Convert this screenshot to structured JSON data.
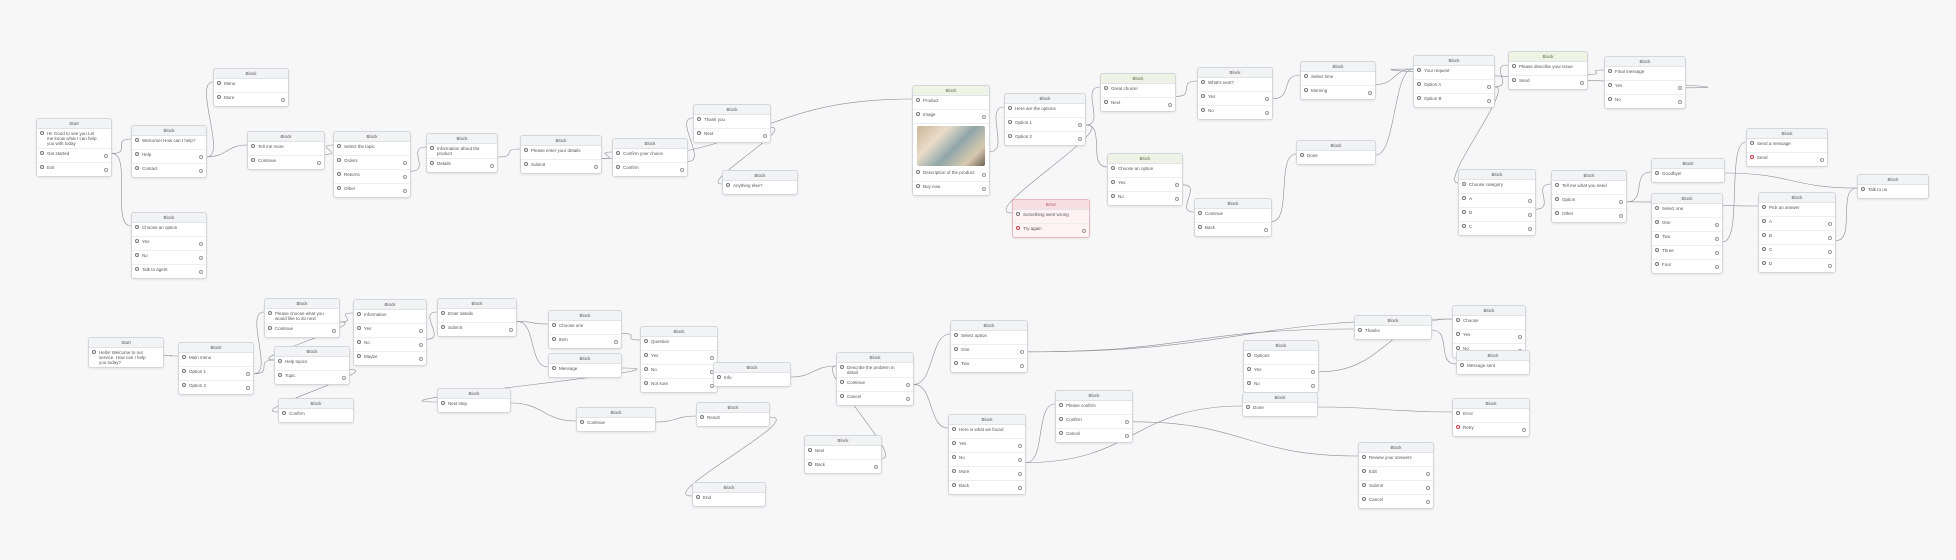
{
  "nodes": [
    {
      "header": "Start",
      "rows": [
        {
          "t": "Hi! Good to see you Let me know what I can help you with today",
          "ic": "c"
        },
        {
          "t": "Get started",
          "ic": "c"
        },
        {
          "t": "Exit",
          "ic": "c"
        }
      ]
    },
    {
      "header": "Block",
      "rows": [
        {
          "t": "Welcome! How can I help?",
          "ic": "c"
        },
        {
          "t": "Help",
          "ic": "c"
        },
        {
          "t": "Contact",
          "ic": "c"
        }
      ]
    },
    {
      "header": "Block",
      "rows": [
        {
          "t": "Menu",
          "ic": "c"
        },
        {
          "t": "More",
          "ic": "c"
        }
      ]
    },
    {
      "header": "Block",
      "rows": [
        {
          "t": "Choose an option",
          "ic": "c"
        },
        {
          "t": "Yes",
          "ic": "c"
        },
        {
          "t": "No",
          "ic": "c"
        },
        {
          "t": "Talk to agent",
          "ic": "c"
        }
      ]
    },
    {
      "header": "Block",
      "rows": [
        {
          "t": "Tell me more",
          "ic": "c"
        },
        {
          "t": "Continue",
          "ic": "c"
        }
      ]
    },
    {
      "header": "Block",
      "rows": [
        {
          "t": "Select the topic",
          "ic": "c"
        },
        {
          "t": "Orders",
          "ic": "c"
        },
        {
          "t": "Returns",
          "ic": "c"
        },
        {
          "t": "Other",
          "ic": "c"
        }
      ]
    },
    {
      "header": "Block",
      "rows": [
        {
          "t": "Information about the product",
          "ic": "c"
        },
        {
          "t": "Details",
          "ic": "c"
        }
      ]
    },
    {
      "header": "Block",
      "rows": [
        {
          "t": "Please enter your details",
          "ic": "c"
        },
        {
          "t": "Submit",
          "ic": "c"
        }
      ]
    },
    {
      "header": "Block",
      "rows": [
        {
          "t": "Confirm your choice",
          "ic": "c"
        },
        {
          "t": "Confirm",
          "ic": "c"
        }
      ]
    },
    {
      "header": "Block",
      "rows": [
        {
          "t": "Thank you",
          "ic": "c"
        },
        {
          "t": "Next",
          "ic": "c"
        }
      ]
    },
    {
      "header": "Block",
      "rows": [
        {
          "t": "Anything else?",
          "ic": "c"
        }
      ]
    },
    {
      "header": "Block",
      "rows": [
        {
          "t": "Product",
          "ic": "c"
        },
        {
          "t": "Image",
          "ic": "c"
        },
        {
          "t": "Description of the product",
          "ic": "c"
        },
        {
          "t": "Buy now",
          "ic": "c"
        }
      ],
      "image": true,
      "green": true
    },
    {
      "header": "Block",
      "rows": [
        {
          "t": "Here are the options",
          "ic": "c"
        },
        {
          "t": "Option 1",
          "ic": "c"
        },
        {
          "t": "Option 2",
          "ic": "c"
        }
      ]
    },
    {
      "header": "Error",
      "rows": [
        {
          "t": "Something went wrong",
          "ic": "c"
        },
        {
          "t": "Try again",
          "ic": "r"
        }
      ],
      "pink": true
    },
    {
      "header": "Block",
      "rows": [
        {
          "t": "Great choice!",
          "ic": "c"
        },
        {
          "t": "Next",
          "ic": "c"
        }
      ],
      "green": true
    },
    {
      "header": "Block",
      "rows": [
        {
          "t": "Choose an option",
          "ic": "c"
        },
        {
          "t": "Yes",
          "ic": "c"
        },
        {
          "t": "No",
          "ic": "c"
        }
      ],
      "green": true
    },
    {
      "header": "Block",
      "rows": [
        {
          "t": "What's next?",
          "ic": "c"
        },
        {
          "t": "Yes",
          "ic": "c"
        },
        {
          "t": "No",
          "ic": "c"
        }
      ]
    },
    {
      "header": "Block",
      "rows": [
        {
          "t": "Continue",
          "ic": "c"
        },
        {
          "t": "Back",
          "ic": "c"
        }
      ]
    },
    {
      "header": "Block",
      "rows": [
        {
          "t": "Select time",
          "ic": "c"
        },
        {
          "t": "Morning",
          "ic": "c"
        }
      ]
    },
    {
      "header": "Block",
      "rows": [
        {
          "t": "Done",
          "ic": "c"
        }
      ]
    },
    {
      "header": "Block",
      "rows": [
        {
          "t": "Your request",
          "ic": "c"
        },
        {
          "t": "Option A",
          "ic": "c"
        },
        {
          "t": "Option B",
          "ic": "c"
        }
      ]
    },
    {
      "header": "Block",
      "rows": [
        {
          "t": "Please describe your issue",
          "ic": "c"
        },
        {
          "t": "Send",
          "ic": "c"
        }
      ],
      "green": true
    },
    {
      "header": "Block",
      "rows": [
        {
          "t": "Final message",
          "ic": "c"
        },
        {
          "t": "Yes",
          "ic": "c"
        },
        {
          "t": "No",
          "ic": "c"
        }
      ]
    },
    {
      "header": "Block",
      "rows": [
        {
          "t": "Choose category",
          "ic": "c"
        },
        {
          "t": "A",
          "ic": "c"
        },
        {
          "t": "B",
          "ic": "c"
        },
        {
          "t": "C",
          "ic": "c"
        }
      ]
    },
    {
      "header": "Block",
      "rows": [
        {
          "t": "Tell me what you need",
          "ic": "c"
        },
        {
          "t": "Option",
          "ic": "c"
        },
        {
          "t": "Other",
          "ic": "c"
        }
      ]
    },
    {
      "header": "Block",
      "rows": [
        {
          "t": "Select one",
          "ic": "c"
        },
        {
          "t": "One",
          "ic": "c"
        },
        {
          "t": "Two",
          "ic": "c"
        },
        {
          "t": "Three",
          "ic": "c"
        },
        {
          "t": "Four",
          "ic": "c"
        }
      ]
    },
    {
      "header": "Block",
      "rows": [
        {
          "t": "Pick an answer",
          "ic": "c"
        },
        {
          "t": "A",
          "ic": "c"
        },
        {
          "t": "B",
          "ic": "c"
        },
        {
          "t": "C",
          "ic": "c"
        },
        {
          "t": "D",
          "ic": "c"
        }
      ]
    },
    {
      "header": "Block",
      "rows": [
        {
          "t": "Send a message",
          "ic": "c"
        },
        {
          "t": "Send",
          "ic": "r"
        }
      ]
    },
    {
      "header": "Block",
      "rows": [
        {
          "t": "Talk to us",
          "ic": "c"
        }
      ]
    },
    {
      "header": "Block",
      "rows": [
        {
          "t": "Goodbye!",
          "ic": "c"
        }
      ]
    },
    {
      "header": "Start",
      "rows": [
        {
          "t": "Hello! Welcome to our service. How can I help you today?",
          "ic": "c"
        }
      ]
    },
    {
      "header": "Block",
      "rows": [
        {
          "t": "Main menu",
          "ic": "c"
        },
        {
          "t": "Option 1",
          "ic": "c"
        },
        {
          "t": "Option 2",
          "ic": "c"
        }
      ]
    },
    {
      "header": "Block",
      "rows": [
        {
          "t": "Please choose what you would like to do next",
          "ic": "c"
        },
        {
          "t": "Continue",
          "ic": "c"
        }
      ]
    },
    {
      "header": "Block",
      "rows": [
        {
          "t": "Help topics",
          "ic": "c"
        },
        {
          "t": "Topic",
          "ic": "c"
        }
      ]
    },
    {
      "header": "Block",
      "rows": [
        {
          "t": "Confirm",
          "ic": "c"
        }
      ]
    },
    {
      "header": "Block",
      "rows": [
        {
          "t": "Information",
          "ic": "c"
        },
        {
          "t": "Yes",
          "ic": "c"
        },
        {
          "t": "No",
          "ic": "c"
        },
        {
          "t": "Maybe",
          "ic": "c"
        }
      ]
    },
    {
      "header": "Block",
      "rows": [
        {
          "t": "Enter details",
          "ic": "c"
        },
        {
          "t": "Submit",
          "ic": "c"
        }
      ]
    },
    {
      "header": "Block",
      "rows": [
        {
          "t": "Choose one",
          "ic": "c"
        },
        {
          "t": "Item",
          "ic": "c"
        }
      ]
    },
    {
      "header": "Block",
      "rows": [
        {
          "t": "Message",
          "ic": "c"
        }
      ]
    },
    {
      "header": "Block",
      "rows": [
        {
          "t": "Question",
          "ic": "c"
        },
        {
          "t": "Yes",
          "ic": "c"
        },
        {
          "t": "No",
          "ic": "c"
        },
        {
          "t": "Not sure",
          "ic": "c"
        }
      ]
    },
    {
      "header": "Block",
      "rows": [
        {
          "t": "Next step",
          "ic": "c"
        }
      ]
    },
    {
      "header": "Block",
      "rows": [
        {
          "t": "Info",
          "ic": "c"
        }
      ]
    },
    {
      "header": "Block",
      "rows": [
        {
          "t": "Continue",
          "ic": "c"
        }
      ]
    },
    {
      "header": "Block",
      "rows": [
        {
          "t": "Result",
          "ic": "c"
        }
      ]
    },
    {
      "header": "Block",
      "rows": [
        {
          "t": "End",
          "ic": "c"
        }
      ]
    },
    {
      "header": "Block",
      "rows": [
        {
          "t": "Next",
          "ic": "c"
        },
        {
          "t": "Back",
          "ic": "c"
        }
      ]
    },
    {
      "header": "Block",
      "rows": [
        {
          "t": "Describe the problem in detail",
          "ic": "c"
        },
        {
          "t": "Continue",
          "ic": "c"
        },
        {
          "t": "Cancel",
          "ic": "c"
        }
      ]
    },
    {
      "header": "Block",
      "rows": [
        {
          "t": "Select option",
          "ic": "c"
        },
        {
          "t": "One",
          "ic": "c"
        },
        {
          "t": "Two",
          "ic": "c"
        }
      ]
    },
    {
      "header": "Block",
      "rows": [
        {
          "t": "Here is what we found",
          "ic": "c"
        },
        {
          "t": "Yes",
          "ic": "c"
        },
        {
          "t": "No",
          "ic": "c"
        },
        {
          "t": "More",
          "ic": "c"
        },
        {
          "t": "Back",
          "ic": "c"
        }
      ]
    },
    {
      "header": "Block",
      "rows": [
        {
          "t": "Please confirm",
          "ic": "c"
        },
        {
          "t": "Confirm",
          "ic": "c"
        },
        {
          "t": "Cancel",
          "ic": "c"
        }
      ]
    },
    {
      "header": "Block",
      "rows": [
        {
          "t": "Options",
          "ic": "c"
        },
        {
          "t": "Yes",
          "ic": "c"
        },
        {
          "t": "No",
          "ic": "c"
        }
      ]
    },
    {
      "header": "Block",
      "rows": [
        {
          "t": "Review your answers",
          "ic": "c"
        },
        {
          "t": "Edit",
          "ic": "c"
        },
        {
          "t": "Submit",
          "ic": "c"
        },
        {
          "t": "Cancel",
          "ic": "c"
        }
      ]
    },
    {
      "header": "Block",
      "rows": [
        {
          "t": "Thanks",
          "ic": "c"
        }
      ]
    },
    {
      "header": "Block",
      "rows": [
        {
          "t": "Choose",
          "ic": "c"
        },
        {
          "t": "Yes",
          "ic": "c"
        },
        {
          "t": "No",
          "ic": "c"
        }
      ]
    },
    {
      "header": "Block",
      "rows": [
        {
          "t": "Message sent",
          "ic": "c"
        }
      ]
    },
    {
      "header": "Block",
      "rows": [
        {
          "t": "Done",
          "ic": "c"
        }
      ]
    },
    {
      "header": "Block",
      "rows": [
        {
          "t": "Error",
          "ic": "c"
        },
        {
          "t": "Retry",
          "ic": "r"
        }
      ]
    }
  ]
}
